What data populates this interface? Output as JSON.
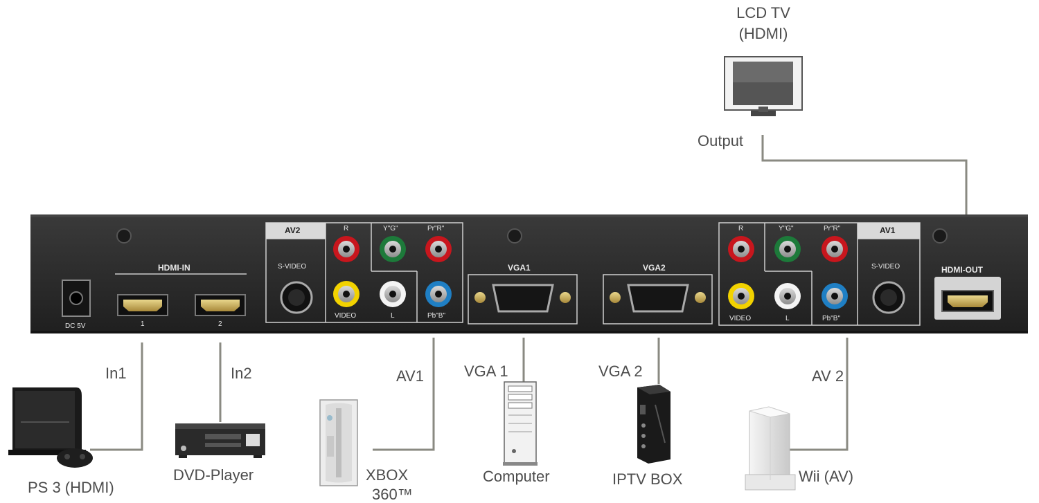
{
  "output_device": {
    "name_line1": "LCD TV",
    "name_line2": "(HDMI)",
    "link_label": "Output"
  },
  "panel": {
    "power_label": "DC 5V",
    "hdmi_in_label": "HDMI-IN",
    "hdmi_port1": "1",
    "hdmi_port2": "2",
    "av2_title": "AV2",
    "av1_title": "AV1",
    "svideo_label": "S-VIDEO",
    "r_label": "R",
    "yg_label": "Y\"G\"",
    "prr_label": "Pr\"R\"",
    "video_label": "VIDEO",
    "l_label": "L",
    "pbb_label": "Pb\"B\"",
    "vga1_label": "VGA1",
    "vga2_label": "VGA2",
    "hdmi_out_label": "HDMI-OUT"
  },
  "inputs": [
    {
      "link": "In1",
      "device": "PS 3 (HDMI)"
    },
    {
      "link": "In2",
      "device": "DVD-Player"
    },
    {
      "link": "AV1",
      "device_line1": "XBOX",
      "device_line2": "360™"
    },
    {
      "link": "VGA 1",
      "device": "Computer"
    },
    {
      "link": "VGA 2",
      "device": "IPTV BOX"
    },
    {
      "link": "AV 2",
      "device": "Wii (AV)"
    }
  ],
  "colors": {
    "line": "#8a8a82",
    "panel": "#2e2e2e",
    "text": "#4d4d4d",
    "red": "#c8161d",
    "green": "#1d7a3a",
    "yellow": "#f2d200",
    "blue": "#1f7fc4"
  }
}
